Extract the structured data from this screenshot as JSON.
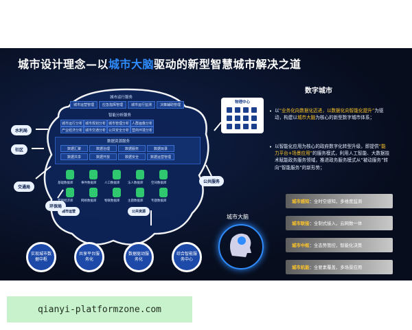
{
  "title": {
    "prefix": "城市设计理念—以",
    "highlight": "城市大脑",
    "suffix": "驱动的新型智慧城市解决之道"
  },
  "cloud": {
    "top_section": "城市运行服务",
    "top_items": [
      "城市运营管理",
      "应急指挥管理",
      "城市运行监测",
      "决策辅助管理"
    ],
    "mid_section": "智能分析服务",
    "mid_items": [
      "城市运行分析",
      "城市规划分析",
      "城市管理分析",
      "人群画像分析",
      "产业经济分析",
      "城市交通分析",
      "公共安全分析",
      "营商环境分析"
    ],
    "data_section": "数据资源服务",
    "data_items": [
      "数据汇聚",
      "数据治理",
      "数据服务",
      "数据目录",
      "数据共享",
      "数据开放",
      "数据安全",
      "数据运营管理"
    ],
    "db_items": [
      "基础数据库",
      "事件数据库",
      "人口数据库",
      "法人数据库",
      "空间数据库",
      "宏观经济库",
      "网格数据库",
      "物联数据库",
      "主题数据库",
      "专题数据库"
    ],
    "bottom_items": [
      "公共资源",
      "城市运营"
    ]
  },
  "left_labels": {
    "water": "水利局",
    "community": "社区",
    "transport": "交通局",
    "environment": "环保局"
  },
  "bottom_circles": [
    "实现城市数据中枢",
    "共享平台服务化",
    "数据驱动服务化",
    "综合智能服务中心"
  ],
  "mgmt": {
    "title": "物理中心"
  },
  "right_ext": "公共服务",
  "digital_city": "数字城市",
  "bullets": [
    {
      "a": "以",
      "y": "“业务化向数据化迈进，以数据化向智能化提升”",
      "b": "为驱动，构建以",
      "c": "城市大脑",
      "d": "为核心的新型数字城市体系；"
    },
    {
      "a": "以智能化应用为核心的政府数字化转型升级，即提供",
      "y": "“能力平台+场景应用”",
      "b": "的服务模式，利用人工智能、大数据技术赋能政务服务领域，推进政务服务模式从“被动服务”转向“智能服务”的新形势；"
    }
  ],
  "brain_label": "城市大脑",
  "strips": [
    {
      "k": "城市感知",
      "v": "：全时空感知，多维度监测"
    },
    {
      "k": "城市联接",
      "v": "：全制式接入，云网数一体"
    },
    {
      "k": "城市中枢",
      "v": "：全态势管控，智能化决策"
    },
    {
      "k": "城市机能",
      "v": "：全要素覆盖，多场景应用"
    }
  ],
  "watermark": "qianyi-platformzone.com",
  "colors": {
    "background": "#070d1d",
    "accent": "#2f8cff",
    "highlight": "#ffc629"
  }
}
